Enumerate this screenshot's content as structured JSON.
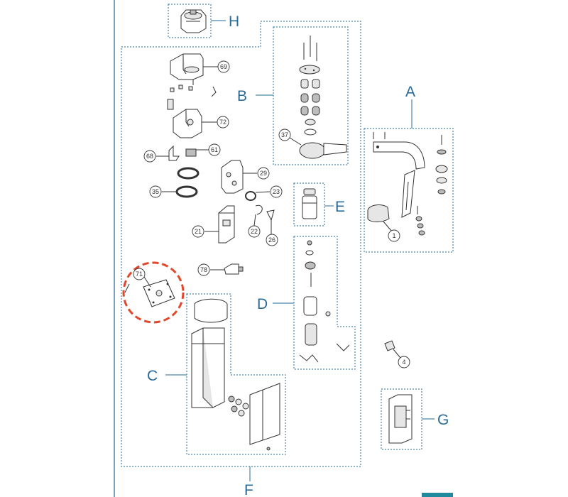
{
  "group_labels": {
    "a": "A",
    "b": "B",
    "c": "C",
    "d": "D",
    "e": "E",
    "f": "F",
    "g": "G",
    "h": "H"
  },
  "part_numbers": {
    "p1": "1",
    "p4": "4",
    "p21": "21",
    "p22": "22",
    "p23": "23",
    "p26": "26",
    "p29": "29",
    "p35": "35",
    "p37": "37",
    "p61": "61",
    "p68": "68",
    "p69": "69",
    "p71": "71",
    "p72": "72",
    "p78": "78"
  },
  "colors": {
    "label_blue": "#2a6b9a",
    "box_outline": "#4b86ad",
    "highlight_red": "#e0472b",
    "page_edge_line": "#4b86ad",
    "corner_tab": "#1f8a9e"
  }
}
